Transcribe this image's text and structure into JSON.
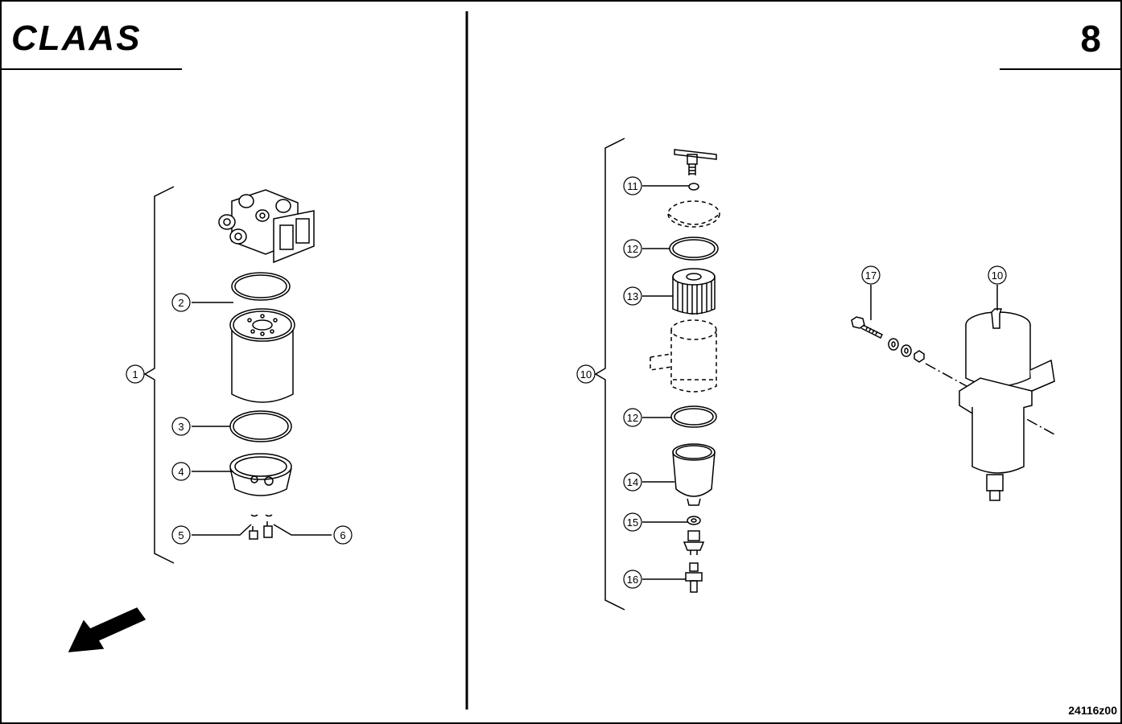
{
  "header": {
    "brand": "CLAAS",
    "page_number": "8"
  },
  "footer": {
    "drawing_id": "24116z00"
  },
  "left_view": {
    "callouts": [
      "1",
      "2",
      "3",
      "4",
      "5",
      "6"
    ],
    "icons": [
      "direction-arrow-icon"
    ]
  },
  "center_view": {
    "callouts": [
      "10",
      "11",
      "12",
      "13",
      "12",
      "14",
      "15",
      "16"
    ]
  },
  "right_view": {
    "callouts": [
      "17",
      "10"
    ]
  },
  "colors": {
    "line": "#000000",
    "background": "#ffffff",
    "hidden_line": "#000000"
  }
}
